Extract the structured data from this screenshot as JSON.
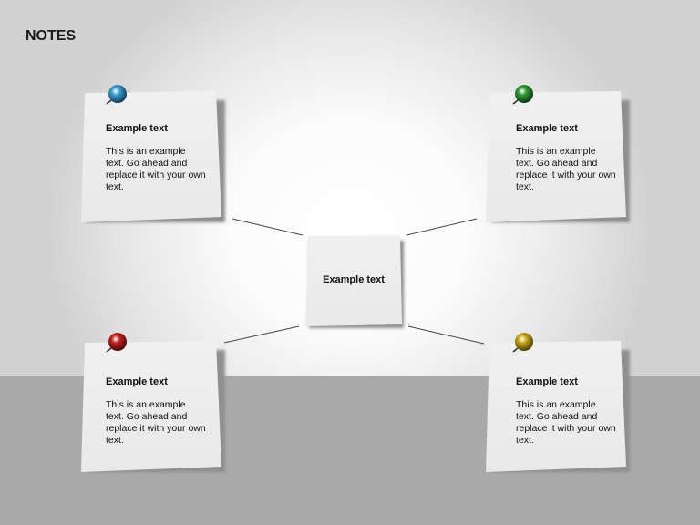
{
  "title": "NOTES",
  "notes": [
    {
      "heading": "Example text",
      "body": "This is an example text. Go ahead and replace it with your own text.",
      "pin_color": "#3aa0d0"
    },
    {
      "heading": "Example text",
      "body": "This is an example text. Go ahead and replace it with your own text.",
      "pin_color": "#2f9a35"
    },
    {
      "heading": "Example text",
      "body": "This is an example text. Go ahead and replace it with your own text.",
      "pin_color": "#c02020"
    },
    {
      "heading": "Example text",
      "body": "This is an example text. Go ahead and replace it with your own text.",
      "pin_color": "#c9a818"
    }
  ],
  "center": {
    "heading": "Example text"
  }
}
